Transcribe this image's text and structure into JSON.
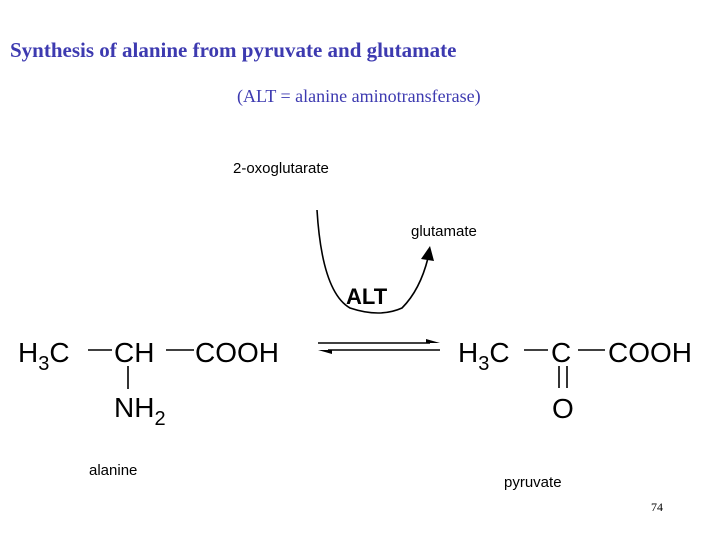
{
  "title": "Synthesis of alanine from pyruvate and glutamate",
  "subtitle": "(ALT = alanine aminotransferase)",
  "reaction": {
    "enzyme": "ALT",
    "cosubstrate_in": "2-oxoglutarate",
    "cosubstrate_out": "glutamate"
  },
  "alanine": {
    "h3c": "H",
    "h3c_sub": "3",
    "h3c_c": "C",
    "ch": "CH",
    "cooh": "COOH",
    "nh2": "NH",
    "nh2_sub": "2",
    "name": "alanine"
  },
  "pyruvate": {
    "h3c": "H",
    "h3c_sub": "3",
    "h3c_c": "C",
    "c": "C",
    "cooh": "COOH",
    "o": "O",
    "name": "pyruvate"
  },
  "page_number": "74"
}
